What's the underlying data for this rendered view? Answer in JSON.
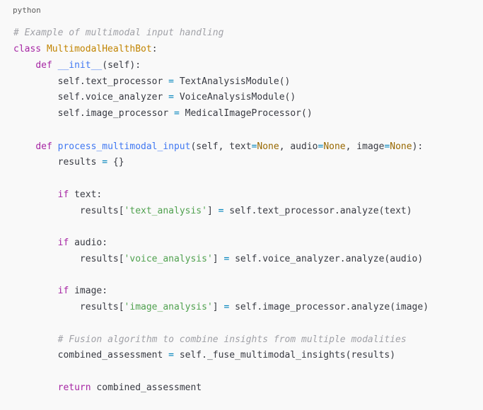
{
  "language_label": "python",
  "code": {
    "l1_comment": "# Example of multimodal input handling",
    "l2_kw": "class",
    "l2_name": "MultimodalHealthBot",
    "l2_colon": ":",
    "l3_indent": "    ",
    "l3_kw": "def",
    "l3_fn": "__init__",
    "l3_rest": "(self):",
    "l4_lhs": "        self.text_processor",
    "l4_op": "=",
    "l4_rhs": "TextAnalysisModule()",
    "l5_lhs": "        self.voice_analyzer",
    "l5_op": "=",
    "l5_rhs": "VoiceAnalysisModule()",
    "l6_lhs": "        self.image_processor",
    "l6_op": "=",
    "l6_rhs": "MedicalImageProcessor()",
    "l7_indent": "    ",
    "l7_kw": "def",
    "l7_fn": "process_multimodal_input",
    "l7_p1": "(self, text",
    "l7_eq1": "=",
    "l7_none1": "None",
    "l7_p2": ", audio",
    "l7_eq2": "=",
    "l7_none2": "None",
    "l7_p3": ", image",
    "l7_eq3": "=",
    "l7_none3": "None",
    "l7_p4": "):",
    "l8_lhs": "        results",
    "l8_op": "=",
    "l8_rhs": "{}",
    "l9_indent": "        ",
    "l9_kw": "if",
    "l9_rest": " text:",
    "l10_pre": "            results[",
    "l10_str": "'text_analysis'",
    "l10_mid": "]",
    "l10_op": "=",
    "l10_rhs": "self.text_processor.analyze(text)",
    "l11_indent": "        ",
    "l11_kw": "if",
    "l11_rest": " audio:",
    "l12_pre": "            results[",
    "l12_str": "'voice_analysis'",
    "l12_mid": "]",
    "l12_op": "=",
    "l12_rhs": "self.voice_analyzer.analyze(audio)",
    "l13_indent": "        ",
    "l13_kw": "if",
    "l13_rest": " image:",
    "l14_pre": "            results[",
    "l14_str": "'image_analysis'",
    "l14_mid": "]",
    "l14_op": "=",
    "l14_rhs": "self.image_processor.analyze(image)",
    "l15_indent": "        ",
    "l15_comment": "# Fusion algorithm to combine insights from multiple modalities",
    "l16_lhs": "        combined_assessment",
    "l16_op": "=",
    "l16_rhs": "self._fuse_multimodal_insights(results)",
    "l17_indent": "        ",
    "l17_kw": "return",
    "l17_rest": " combined_assessment"
  }
}
